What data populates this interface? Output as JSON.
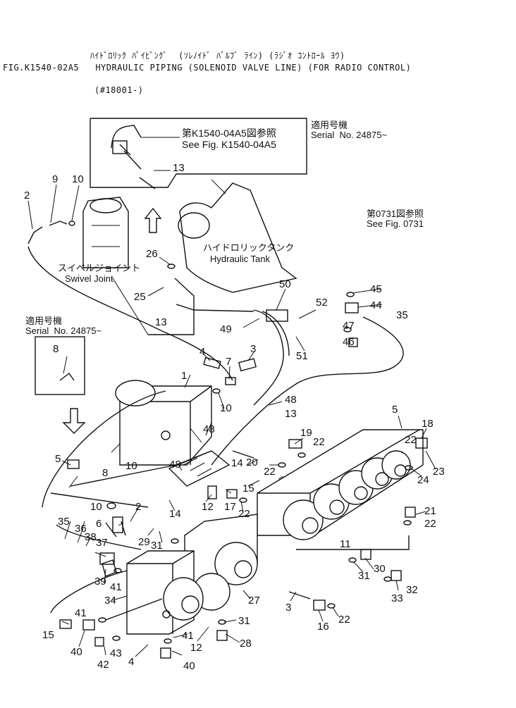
{
  "header": {
    "kana_line": "ﾊｲﾄﾞﾛﾘｯｸ ﾊﾟｲﾋﾟﾝｸﾞ  (ｿﾚﾉｲﾄﾞ ﾊﾞﾙﾌﾞ ﾗｲﾝ) (ﾗｼﾞｵ ｺﾝﾄﾛｰﾙ ﾖｳ)",
    "title": "FIG.K1540-02A5   HYDRAULIC PIPING (SOLENOID VALVE LINE) (FOR RADIO CONTROL)",
    "serial_range": "(#18001-)"
  },
  "notes": {
    "top_ref_jp": "第K1540-04A5図参照",
    "top_ref_en": "See Fig. K1540-04A5",
    "serial_top_jp": "適用号機",
    "serial_top_en": "Serial  No. 24875~",
    "serial_left_jp": "適用号機",
    "serial_left_en": "Serial  No. 24875~",
    "fig0731_jp": "第0731図参照",
    "fig0731_en": "See Fig. 0731",
    "tank_jp": "ハイドロリックタンク",
    "tank_en": "Hydraulic Tank",
    "swivel_jp": "スイベルジョイント",
    "swivel_en": "Swivel Joint"
  },
  "callouts": [
    "2",
    "9",
    "10",
    "13",
    "26",
    "25",
    "13",
    "50",
    "52",
    "49",
    "51",
    "45",
    "44",
    "35",
    "47",
    "46",
    "8",
    "4",
    "3",
    "1",
    "7",
    "10",
    "48",
    "13",
    "5",
    "18",
    "19",
    "22",
    "22",
    "23",
    "24",
    "48",
    "14",
    "20",
    "22",
    "15",
    "48",
    "5",
    "8",
    "10",
    "10",
    "2",
    "12",
    "17",
    "22",
    "11",
    "21",
    "22",
    "35",
    "36",
    "38",
    "37",
    "6",
    "14",
    "29",
    "31",
    "39",
    "41",
    "34",
    "27",
    "30",
    "31",
    "32",
    "33",
    "3",
    "16",
    "22",
    "41",
    "31",
    "15",
    "40",
    "43",
    "42",
    "4",
    "12",
    "28",
    "40",
    "41"
  ]
}
